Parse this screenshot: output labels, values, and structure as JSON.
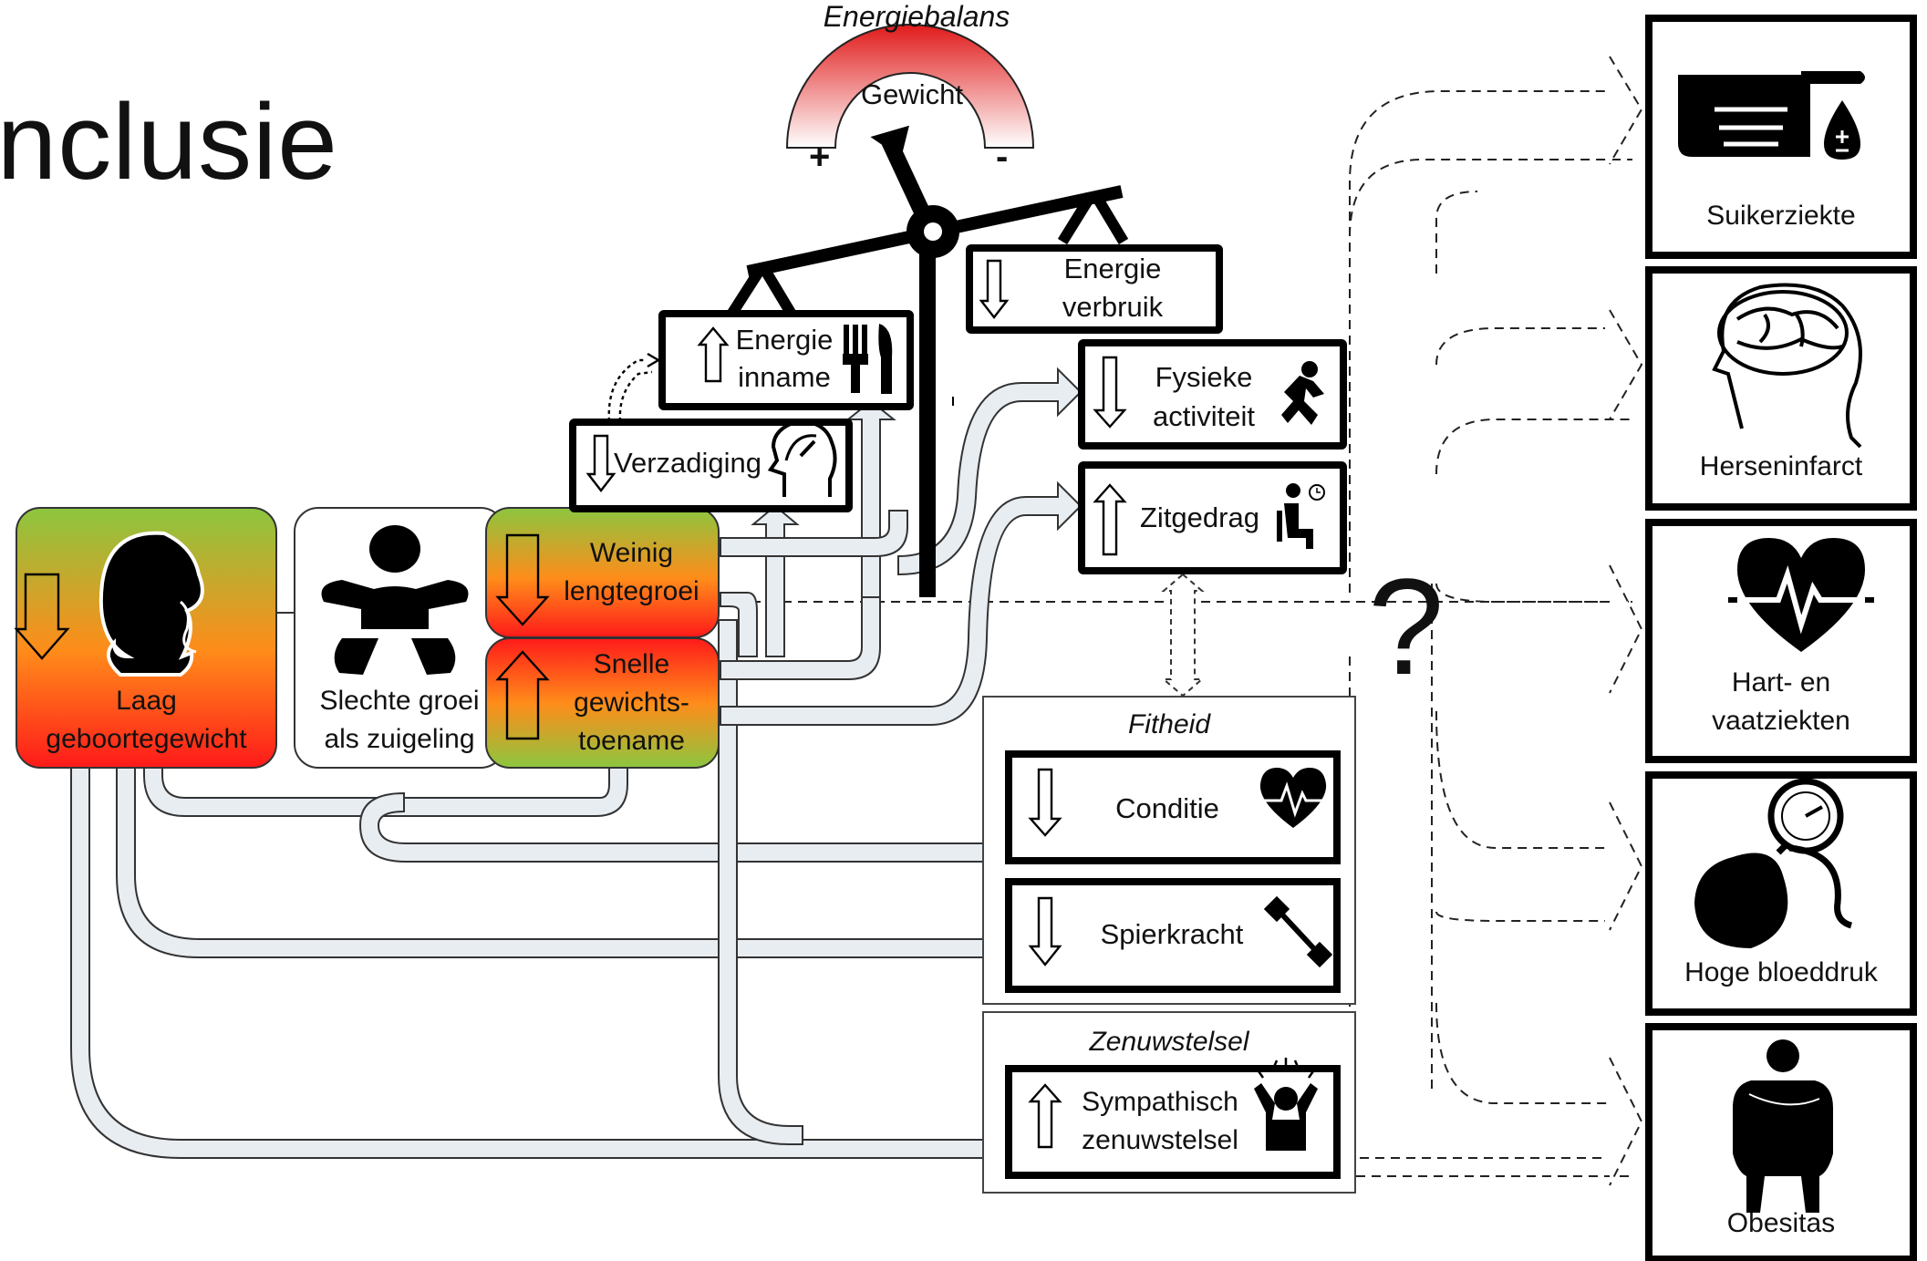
{
  "slide": {
    "title": "onclusie",
    "question_mark": "?"
  },
  "energy_balance": {
    "label": "Energiebalans",
    "gauge_label": "Gewicht",
    "plus": "+",
    "minus": "-"
  },
  "boxes": {
    "energy_intake": {
      "line1": "Energie",
      "line2": "inname"
    },
    "energy_use": {
      "line1": "Energie",
      "line2": "verbruik"
    },
    "satiety": {
      "label": "Verzadiging"
    },
    "physical_activity": {
      "line1": "Fysieke",
      "line2": "activiteit"
    },
    "sitting": {
      "label": "Zitgedrag"
    },
    "low_birthweight": {
      "line1": "Laag",
      "line2": "geboortegewicht"
    },
    "poor_growth": {
      "line1": "Slechte groei",
      "line2": "als zuigeling"
    },
    "little_height": {
      "line1": "Weinig",
      "line2": "lengtegroei"
    },
    "fast_weight": {
      "line1": "Snelle",
      "line2": "gewichts-",
      "line3": "toename"
    },
    "fitness": {
      "title": "Fitheid",
      "condition": "Conditie",
      "strength": "Spierkracht"
    },
    "nervous": {
      "title": "Zenuwstelsel",
      "line1": "Sympathisch",
      "line2": "zenuwstelsel"
    }
  },
  "outcomes": [
    {
      "line1": "Suikerziekte",
      "line2": "",
      "icon": "diabetes-finger-icon"
    },
    {
      "line1": "Herseninfarct",
      "line2": "",
      "icon": "brain-head-icon"
    },
    {
      "line1": "Hart- en",
      "line2": "vaatziekten",
      "icon": "heart-pulse-icon"
    },
    {
      "line1": "Hoge bloeddruk",
      "line2": "",
      "icon": "blood-pressure-icon"
    },
    {
      "line1": "Obesitas",
      "line2": "",
      "icon": "obese-person-icon"
    }
  ],
  "colors": {
    "green": "#8cc63f",
    "red": "#ff1a1a",
    "arrow_fill": "#e8edf2",
    "ink": "#000000"
  }
}
